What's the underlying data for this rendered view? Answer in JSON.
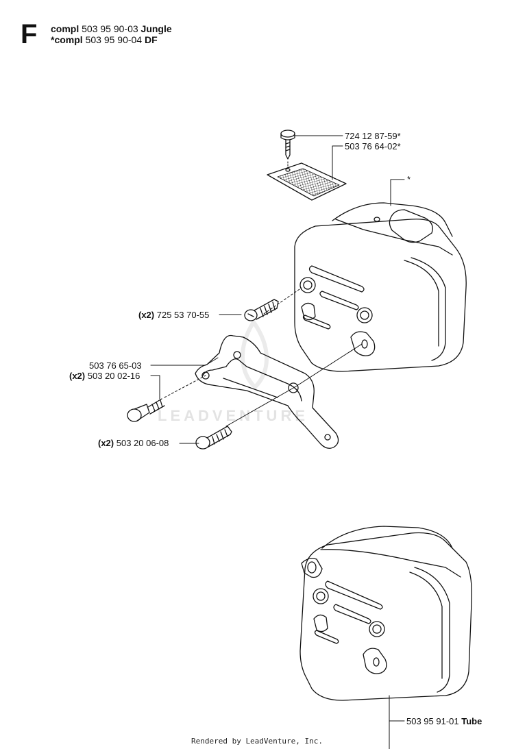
{
  "header": {
    "section_letter": "F",
    "line1": {
      "prefix": "compl",
      "number": "503 95 90-03",
      "variant": "Jungle"
    },
    "line2": {
      "prefix": "*compl",
      "number": "503 95 90-04",
      "variant": "DF"
    }
  },
  "callouts": {
    "screw_top": "724 12 87-59*",
    "screen": "503 76 64-02*",
    "asterisk": "*",
    "screw_muffler": {
      "qty": "(x2)",
      "part": "725 53 70-55"
    },
    "bracket": "503 76 65-03",
    "bolt_left": {
      "qty": "(x2)",
      "part": "503 20 02-16"
    },
    "bolt_bottom": {
      "qty": "(x2)",
      "part": "503 20 06-08"
    },
    "tube_muffler": {
      "part": "503 95 91-01",
      "variant": "Tube"
    }
  },
  "watermark": "LEADVENTURE",
  "footer": "Rendered by LeadVenture, Inc."
}
